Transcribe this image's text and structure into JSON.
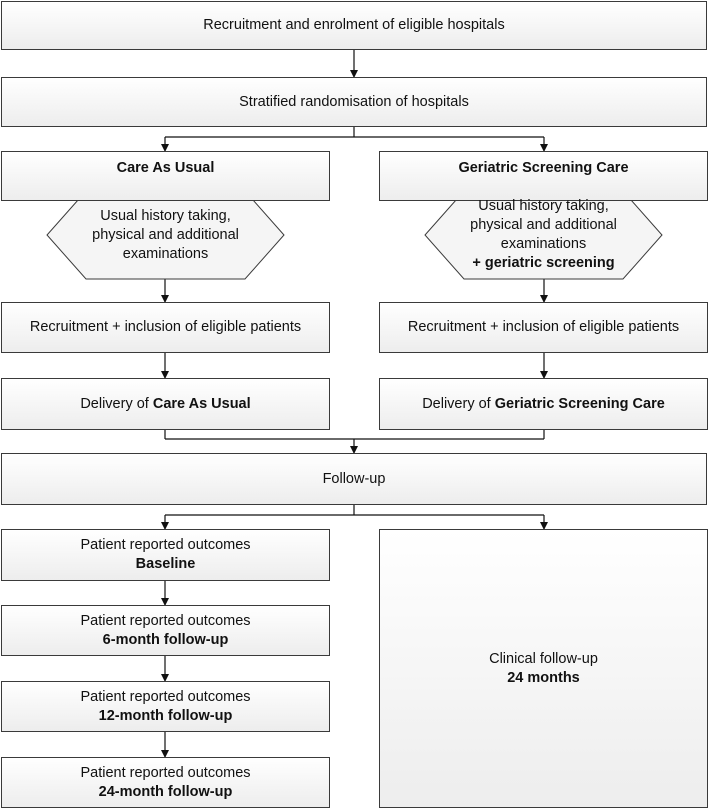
{
  "recruitment_hospitals": "Recruitment and enrolment of eligible hospitals",
  "randomisation": "Stratified randomisation of hospitals",
  "cau": {
    "title": "Care As Usual",
    "exam_lines": [
      "Usual history taking,",
      "physical and additional",
      "examinations"
    ],
    "recruit": "Recruitment + inclusion of eligible patients",
    "delivery_prefix": "Delivery of ",
    "delivery_bold": "Care As Usual"
  },
  "gsc": {
    "title": "Geriatric Screening Care",
    "exam_lines": [
      "Usual history taking,",
      "physical and additional",
      "examinations"
    ],
    "exam_extra": "+ geriatric screening",
    "recruit": "Recruitment + inclusion of eligible patients",
    "delivery_prefix": "Delivery of ",
    "delivery_bold": "Geriatric Screening Care"
  },
  "followup": "Follow-up",
  "pro": [
    {
      "label": "Patient reported outcomes",
      "time": "Baseline"
    },
    {
      "label": "Patient reported outcomes",
      "time": "6-month follow-up"
    },
    {
      "label": "Patient reported outcomes",
      "time": "12-month follow-up"
    },
    {
      "label": "Patient reported outcomes",
      "time": "24-month follow-up"
    }
  ],
  "clinical": {
    "label": "Clinical follow-up",
    "time": "24 months"
  }
}
